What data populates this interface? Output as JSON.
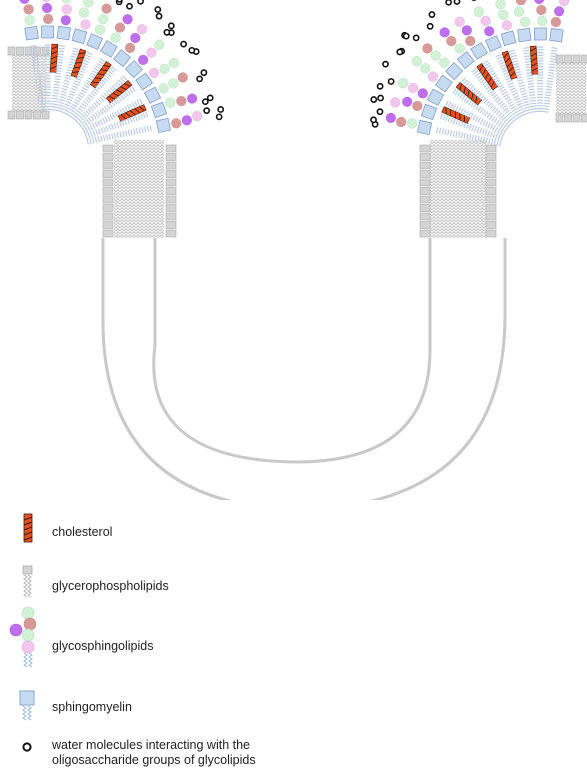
{
  "colors": {
    "lipid_head": "#d4d4d4",
    "lipid_head_stroke": "#a9a9a9",
    "tail": "#b4b4b4",
    "sphingo_head": "#c6daf2",
    "sphingo_stroke": "#7f9fc6",
    "sphingo_tail": "#9bb6d8",
    "chol_fill": "#e8501e",
    "chol_stripe": "#3a1d12",
    "sugar_green": "#d2f2d6",
    "sugar_red": "#d89a98",
    "sugar_purple": "#c06ef0",
    "sugar_pink": "#f3c6ee",
    "water_ring": "#111111",
    "link_stroke": "#c9c9c9"
  },
  "icons": {
    "cholesterol": "cholesterol-icon",
    "glycerophospholipids": "glycerophospholipid-icon",
    "glycosphingolipids": "glycosphingolipid-icon",
    "sphingomyelin": "sphingomyelin-icon",
    "water": "water-molecule-icon"
  },
  "legend": {
    "cholesterol": "cholesterol",
    "glycerophospholipids": "glycerophospholipids",
    "glycosphingolipids": "glycosphingolipids",
    "sphingomyelin": "sphingomyelin",
    "water_line1": "water molecules interacting with the",
    "water_line2": "oligosaccharide groups of glycolipids"
  }
}
